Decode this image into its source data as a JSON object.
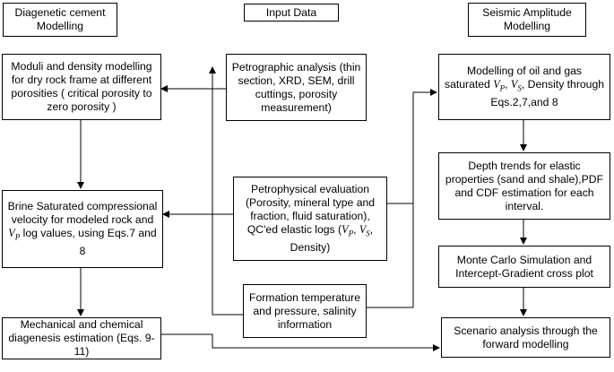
{
  "headers": {
    "left": "Diagenetic cement Modelling",
    "center": "Input Data",
    "right": "Seismic Amplitude Modelling"
  },
  "boxes": {
    "moduli": "Moduli and density modelling for dry rock frame at different porosities ( critical porosity to zero porosity )",
    "brine": {
      "pre": "Brine Saturated compressional velocity for modeled rock and ",
      "sym": "VP",
      "post": " log values, using Eqs.7 and 8"
    },
    "mechanical": "Mechanical and chemical diagenesis estimation (Eqs. 9-11)",
    "petrographic": "Petrographic analysis (thin section, XRD, SEM, drill cuttings, porosity measurement)",
    "petrophysical": {
      "pre": "Petrophysical evaluation (Porosity, mineral type and fraction, fluid saturation), QC'ed elastic logs (",
      "sym1": "VP",
      "sep": ", ",
      "sym2": "VS",
      "post": ", Density)"
    },
    "formation": "Formation temperature and pressure, salinity information",
    "oilgas": {
      "pre": "Modelling of oil and gas saturated ",
      "sym1": "VP",
      "sep": ", ",
      "sym2": "VS",
      "post": ", Density through Eqs.2,7,and 8"
    },
    "depth": "Depth trends for elastic properties (sand and shale),PDF and CDF estimation for each interval.",
    "montecarlo": "Monte Carlo Simulation and Intercept-Gradient cross plot",
    "scenario": "Scenario analysis through the forward modelling"
  }
}
